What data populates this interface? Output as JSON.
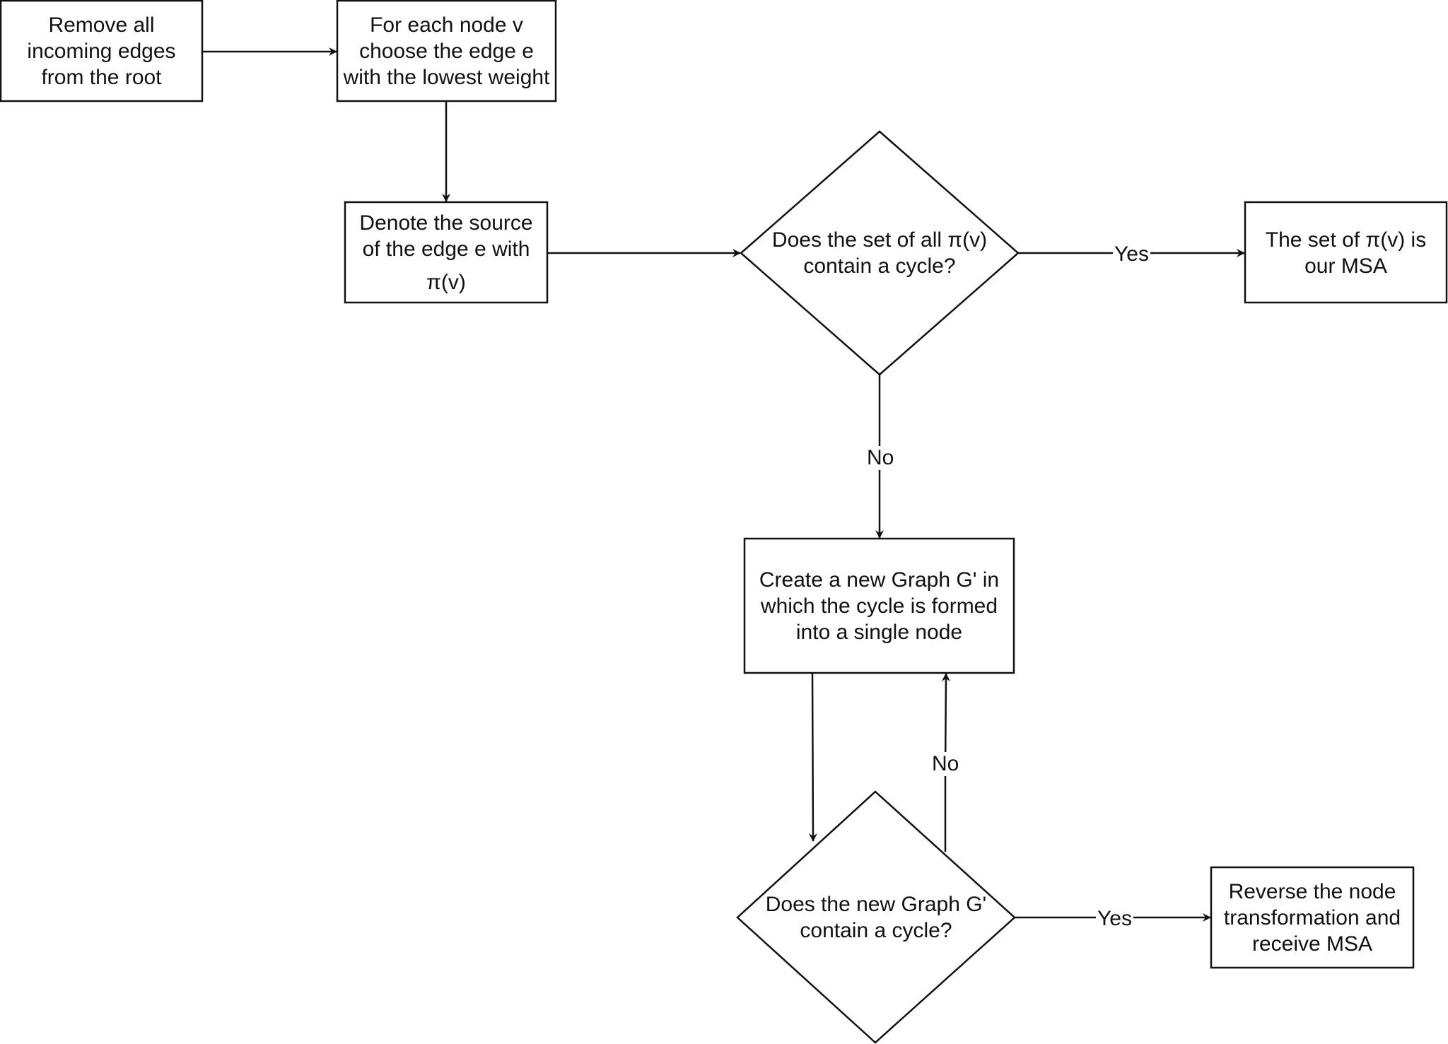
{
  "nodes": {
    "remove_edges": [
      "Remove all",
      "incoming edges",
      "from the root"
    ],
    "choose_edge": [
      "For each node v",
      "choose the edge e",
      "with the lowest weight"
    ],
    "denote_source": [
      "Denote the source",
      "of the edge e with",
      "π(v)"
    ],
    "decision_cycle": [
      "Does the set of all π(v)",
      "contain a cycle?"
    ],
    "msa_result": [
      "The set of π(v) is",
      "our MSA"
    ],
    "create_graph": [
      "Create a new Graph G' in",
      "which the cycle is formed",
      "into a single node"
    ],
    "decision_new_graph": [
      "Does the new Graph G'",
      "contain a cycle?"
    ],
    "reverse_transform": [
      "Reverse the node",
      "transformation and",
      "receive MSA"
    ]
  },
  "edge_labels": {
    "cycle_yes": "Yes",
    "cycle_no": "No",
    "new_graph_no": "No",
    "new_graph_yes": "Yes"
  },
  "colors": {
    "stroke": "#111111",
    "background": "#ffffff"
  }
}
